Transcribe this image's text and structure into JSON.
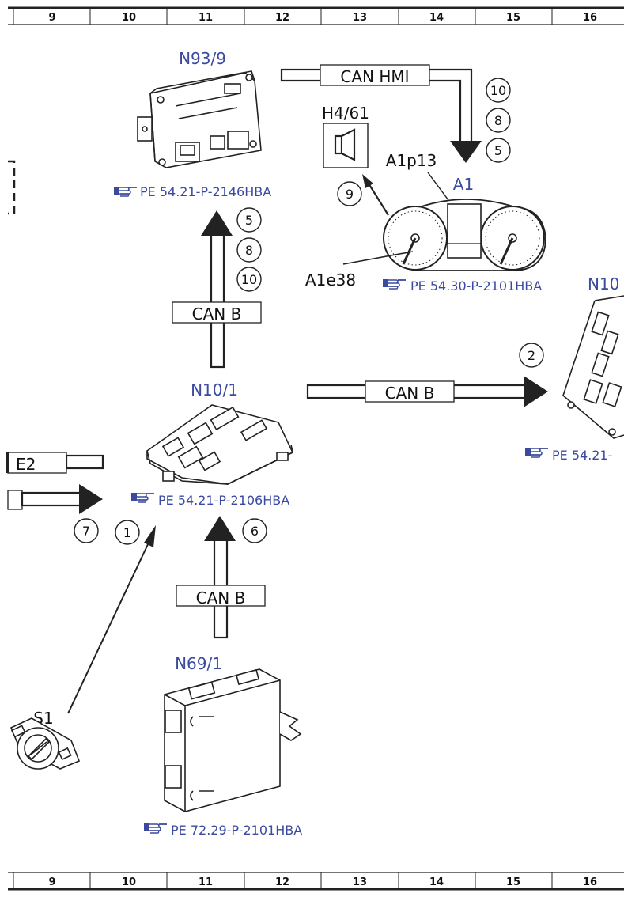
{
  "grid_numbers": [
    "9",
    "10",
    "11",
    "12",
    "13",
    "14",
    "15",
    "16"
  ],
  "components": {
    "n93_9": {
      "label": "N93/9",
      "ref": "PE 54.21-P-2146HBA"
    },
    "h4_61": {
      "label": "H4/61"
    },
    "a1": {
      "label": "A1",
      "ref": "PE 54.30-P-2101HBA",
      "sub_a1p13": "A1p13",
      "sub_a1e38": "A1e38"
    },
    "n10_1": {
      "label": "N10/1",
      "ref": "PE 54.21-P-2106HBA"
    },
    "n10_partial": {
      "label": "N10",
      "ref": "PE 54.21-"
    },
    "n69_1": {
      "label": "N69/1",
      "ref": "PE 72.29-P-2101HBA"
    },
    "s1": {
      "label": "S1"
    }
  },
  "buses": {
    "can_hmi": "CAN HMI",
    "can_b_up": "CAN B",
    "can_b_right": "CAN B",
    "can_b_bottom": "CAN B",
    "e2_partial": "E2"
  },
  "numbers": {
    "hmi_10": "10",
    "hmi_8": "8",
    "hmi_5": "5",
    "a1_9": "9",
    "up_5": "5",
    "up_8": "8",
    "up_10": "10",
    "right_2": "2",
    "left_7": "7",
    "s1_1": "1",
    "bottom_6": "6"
  }
}
